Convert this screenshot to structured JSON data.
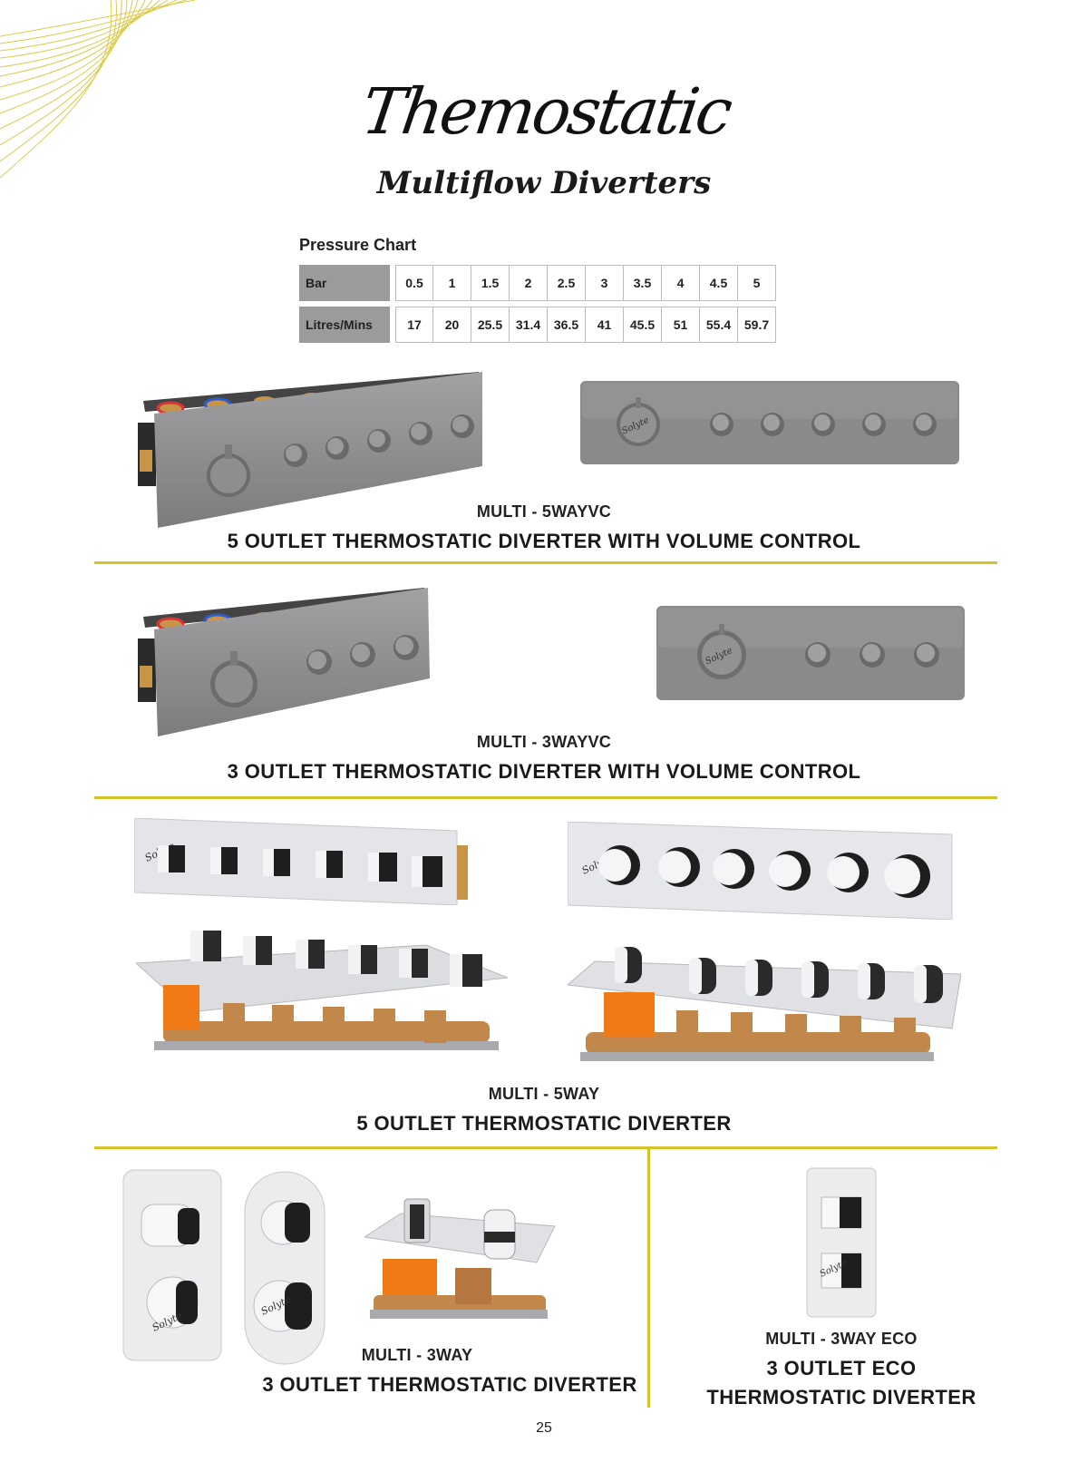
{
  "header": {
    "title_script": "Themostatic",
    "title_sub": "Multiflow Diverters"
  },
  "pressure_chart": {
    "title": "Pressure Chart",
    "row_labels": [
      "Bar",
      "Litres/Mins"
    ],
    "bar": [
      "0.5",
      "1",
      "1.5",
      "2",
      "2.5",
      "3",
      "3.5",
      "4",
      "4.5",
      "5"
    ],
    "litres": [
      "17",
      "20",
      "25.5",
      "31.4",
      "36.5",
      "41",
      "45.5",
      "51",
      "55.4",
      "59.7"
    ]
  },
  "products": [
    {
      "code": "MULTI - 5WAYVC",
      "title": "5 OUTLET THERMOSTATIC DIVERTER WITH VOLUME CONTROL"
    },
    {
      "code": "MULTI - 3WAYVC",
      "title": "3 OUTLET THERMOSTATIC DIVERTER WITH VOLUME CONTROL"
    },
    {
      "code": "MULTI - 5WAY",
      "title": "5 OUTLET THERMOSTATIC DIVERTER"
    },
    {
      "code": "MULTI - 3WAY",
      "title": "3 OUTLET THERMOSTATIC DIVERTER"
    },
    {
      "code": "MULTI - 3WAY ECO",
      "title_line1": "3 OUTLET ECO",
      "title_line2": "THERMOSTATIC DIVERTER"
    }
  ],
  "brand_mark": "Solyte",
  "page_number": "25",
  "colors": {
    "gold_rule": "#d4c22a",
    "gunmetal": "#8a8a8c",
    "chrome": "#e6e7ea",
    "chart_header": "#9b9b9b"
  }
}
